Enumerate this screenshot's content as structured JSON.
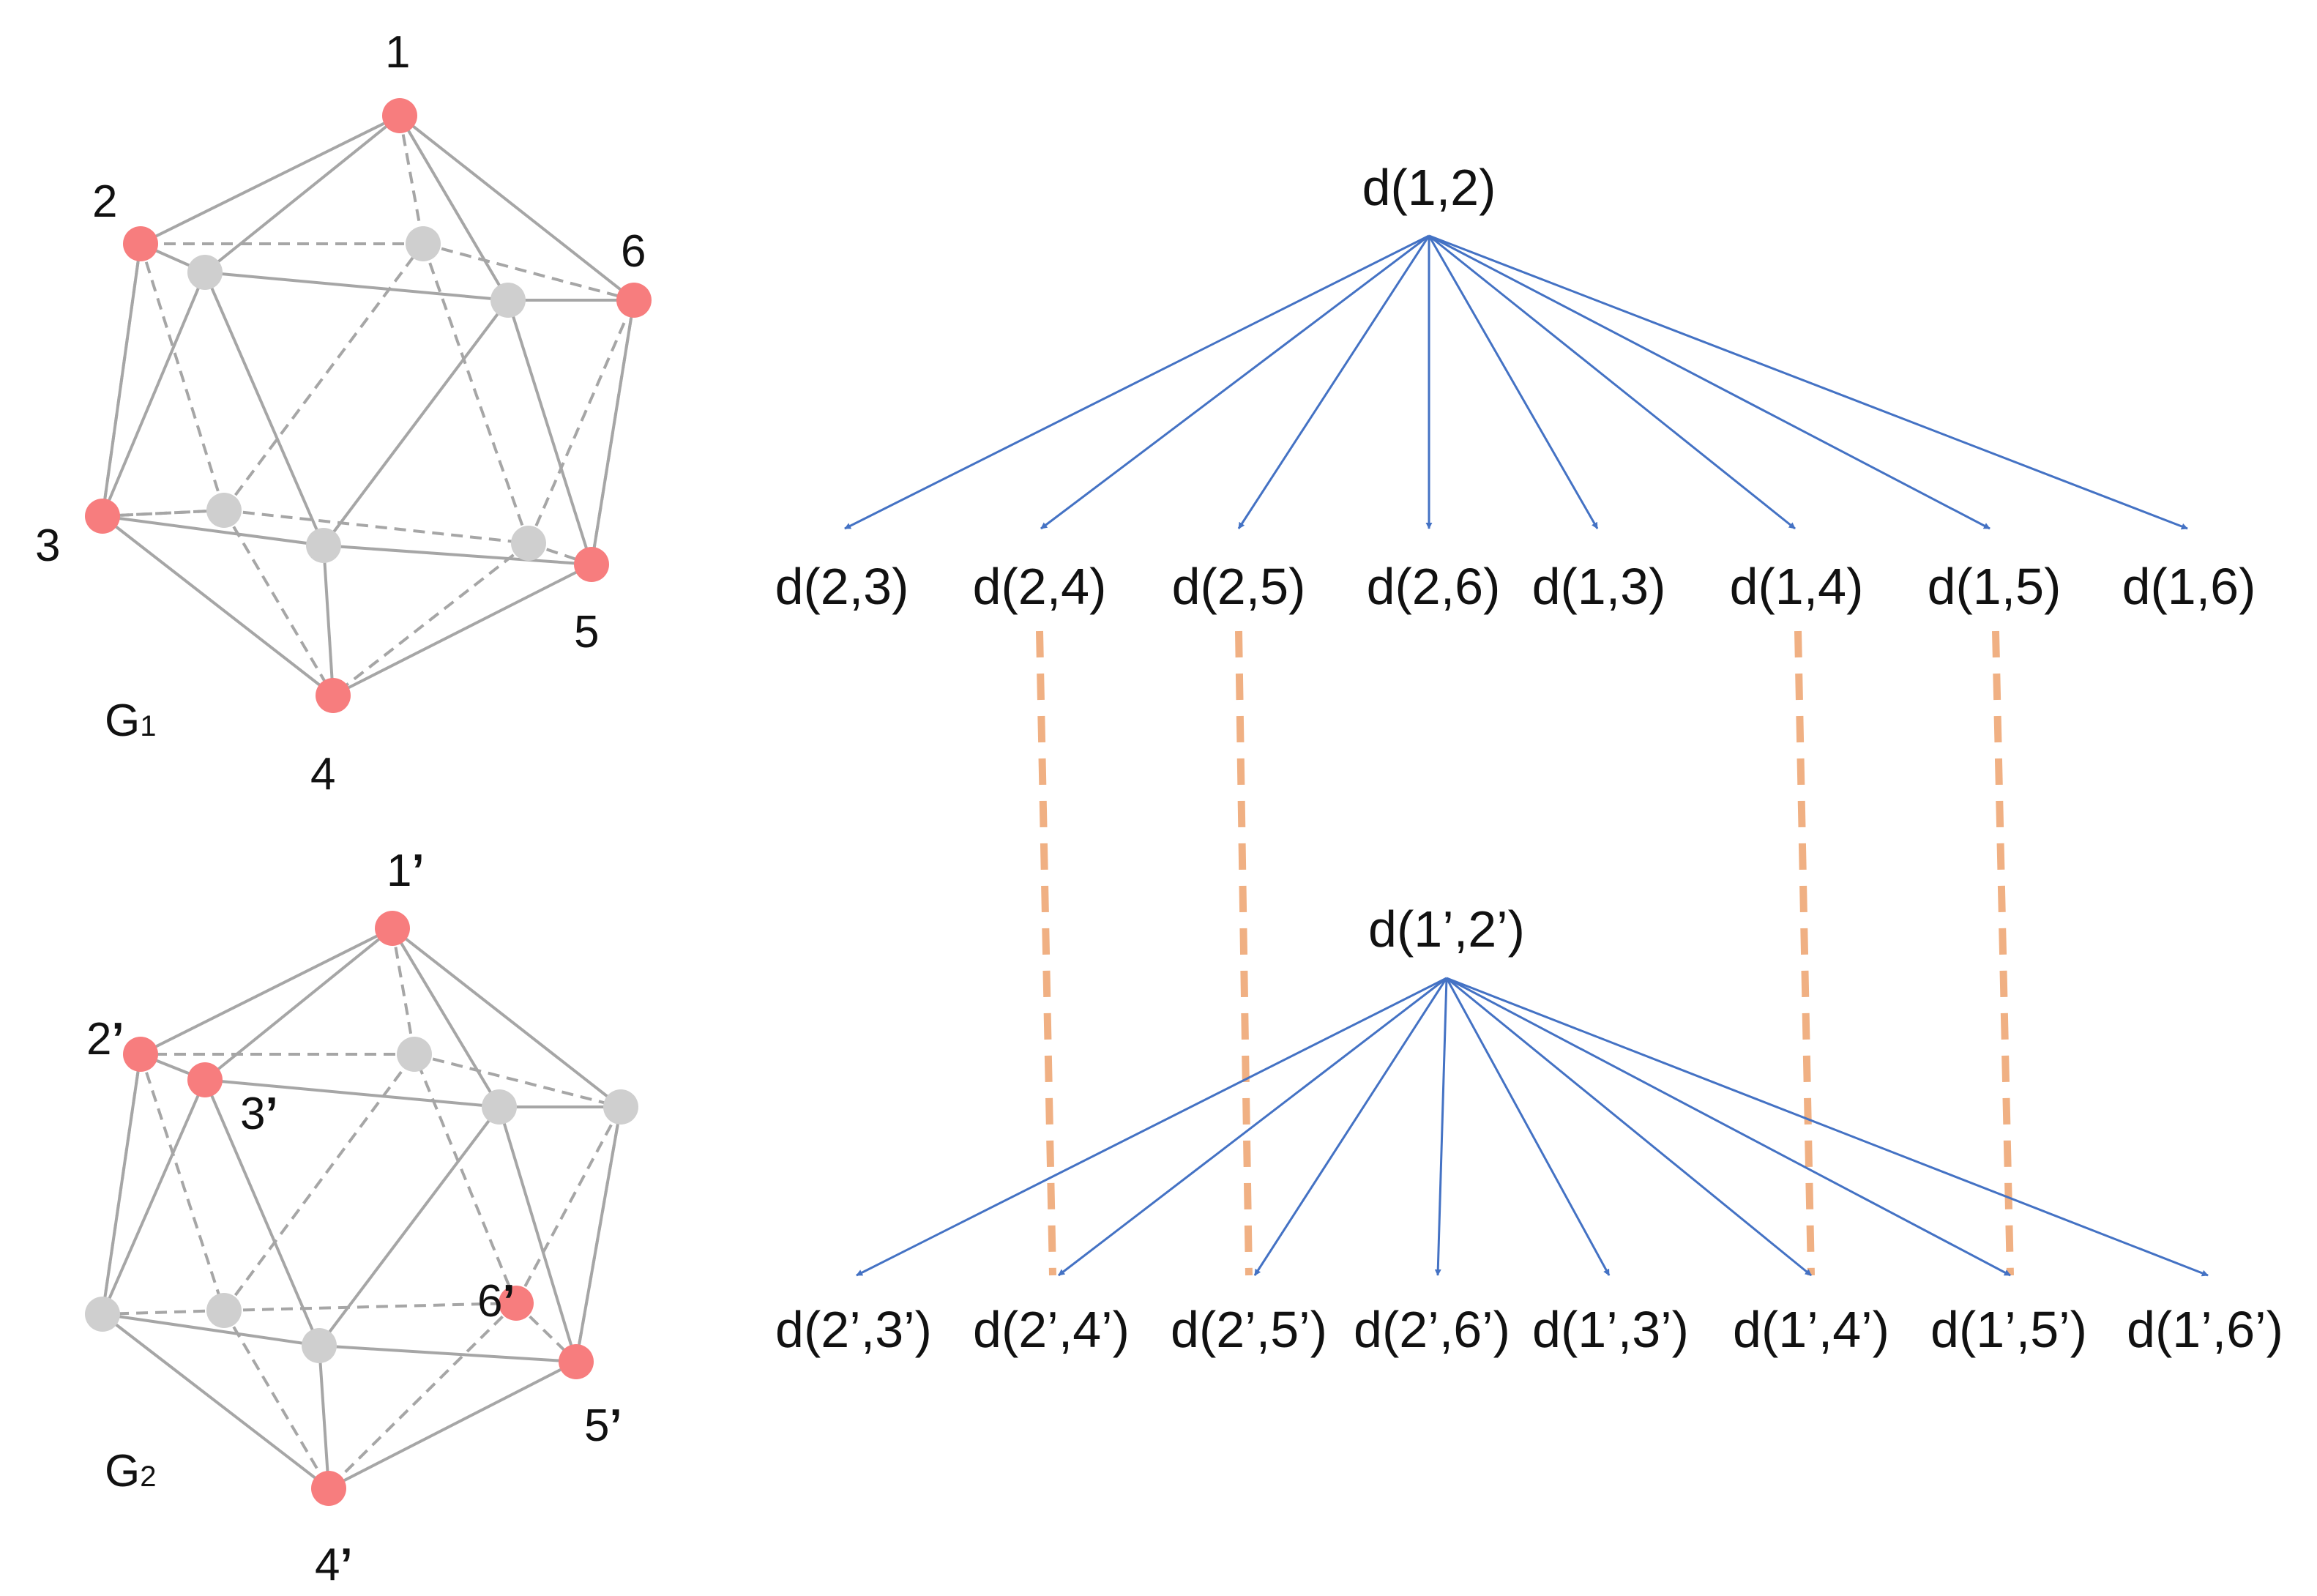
{
  "colors": {
    "highlight_vertex": "#f77d7e",
    "plain_vertex": "#cfcfcf",
    "edge": "#a6a6a6",
    "arrow": "#4472c4",
    "match_line": "#f0b083",
    "text": "#111111"
  },
  "graph1": {
    "name": "G",
    "subscript": "1",
    "labels": {
      "v1": "1",
      "v2": "2",
      "v3": "3",
      "v4": "4",
      "v5": "5",
      "v6": "6"
    }
  },
  "graph2": {
    "name": "G",
    "subscript": "2",
    "labels": {
      "v1": "1",
      "v2": "2",
      "v3": "3",
      "v4": "4",
      "v5": "5",
      "v6": "6"
    },
    "prime": "’"
  },
  "tree1": {
    "root": "d(1,2)",
    "children": [
      "d(2,3)",
      "d(2,4)",
      "d(2,5)",
      "d(2,6)",
      "d(1,3)",
      "d(1,4)",
      "d(1,5)",
      "d(1,6)"
    ]
  },
  "tree2": {
    "root": "d(1’,2’)",
    "children": [
      "d(2’,3’)",
      "d(2’,4’)",
      "d(2’,5’)",
      "d(2’,6’)",
      "d(1’,3’)",
      "d(1’,4’)",
      "d(1’,5’)",
      "d(1’,6’)"
    ]
  }
}
